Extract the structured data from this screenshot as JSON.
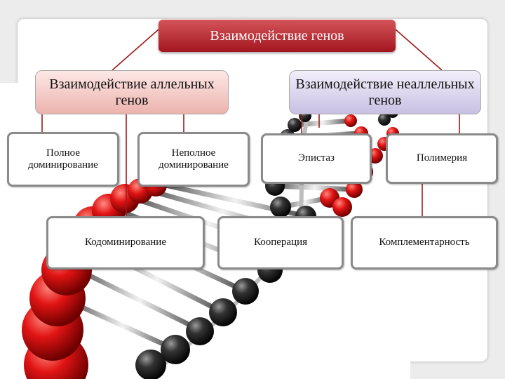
{
  "diagram": {
    "root": {
      "label": "Взаимодействие генов",
      "color": "#b8252d"
    },
    "groups": [
      {
        "label": "Взаимодействие аллельных генов",
        "color": "#f2c6c1"
      },
      {
        "label": "Взаимодействие неаллельных генов",
        "color": "#d8d2ee"
      }
    ],
    "leaves": [
      {
        "label": "Полное доминирование",
        "group": 0
      },
      {
        "label": "Неполное доминирование",
        "group": 0
      },
      {
        "label": "Эпистаз",
        "group": 1
      },
      {
        "label": "Полимерия",
        "group": 1
      },
      {
        "label": "Кодоминирование",
        "group": 0
      },
      {
        "label": "Кооперация",
        "group": 1
      },
      {
        "label": "Комплементарность",
        "group": 1
      }
    ],
    "connector_color": "#9b1b1b",
    "background_image": "dna-double-helix"
  }
}
